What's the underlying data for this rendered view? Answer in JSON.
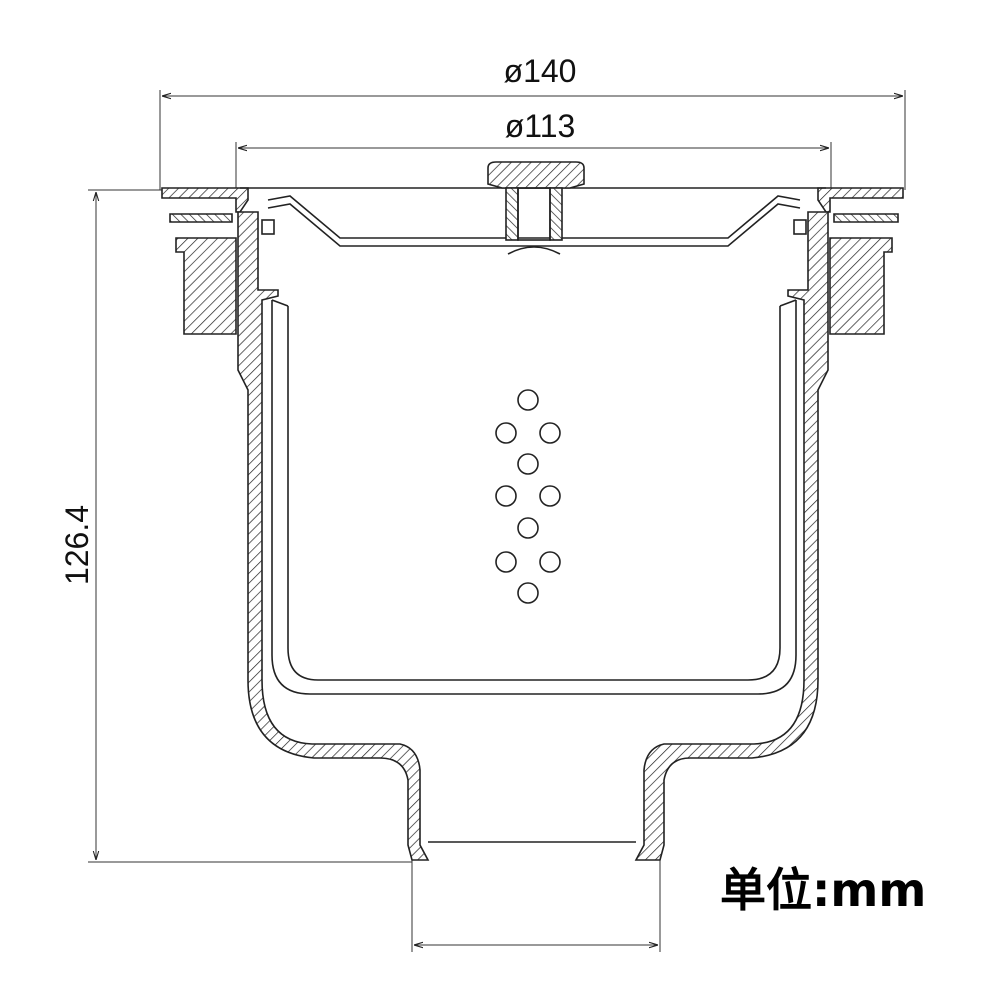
{
  "dimensions": {
    "outer_diameter": "ø140",
    "inner_diameter": "ø113",
    "height": "126.4"
  },
  "unit_label": "单位:mm",
  "colors": {
    "line": "#222222",
    "background": "#ffffff"
  }
}
